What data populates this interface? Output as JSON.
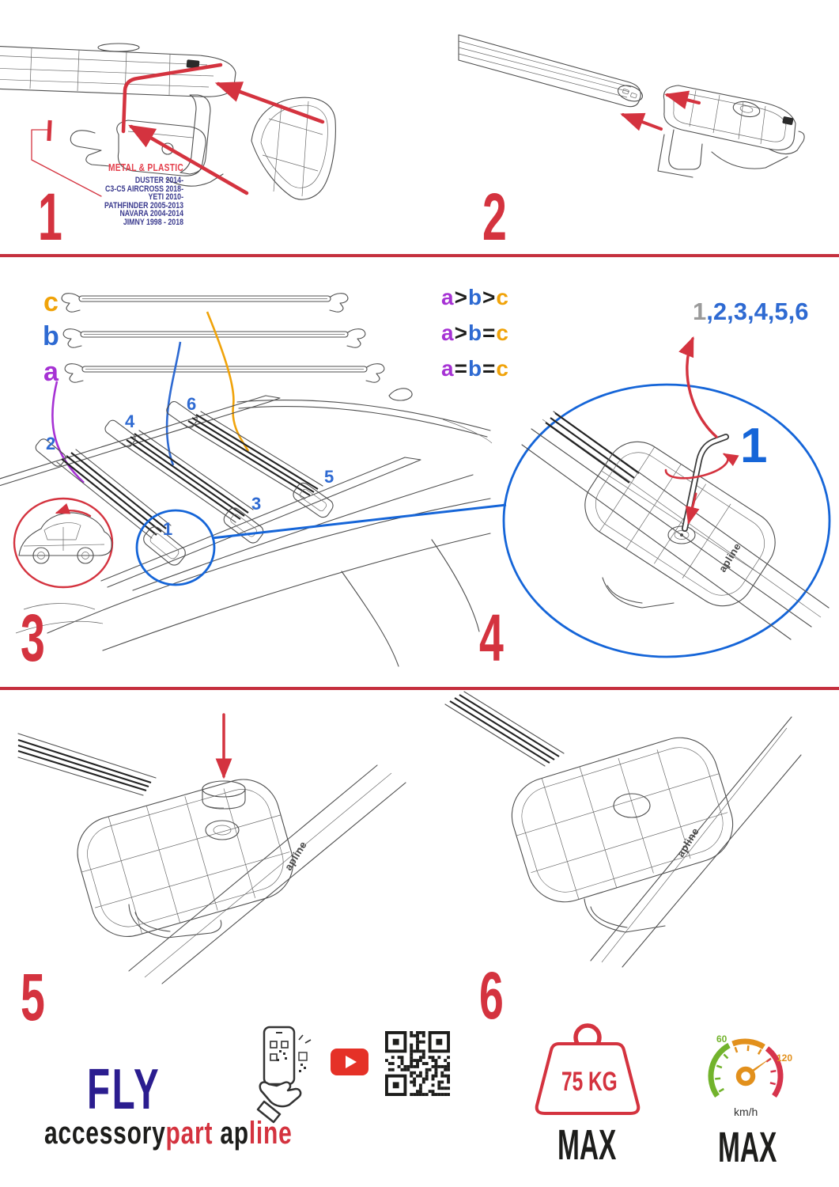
{
  "colors": {
    "red": "#d4333f",
    "label_red": "#e4404d",
    "navy": "#3a3a8e",
    "fly_navy": "#2b1d8f",
    "blue": "#2e6ad2",
    "circle_blue": "#1565d8",
    "purple": "#a632d4",
    "orange": "#f0a30a",
    "gray": "#9a9a9a",
    "ink": "#1d1d1b",
    "youtube_red": "#e53127",
    "speed_green": "#72b32c",
    "speed_orange": "#e2901c",
    "speed_red": "#d6344c"
  },
  "steps": {
    "n1": "1",
    "n2": "2",
    "n3": "3",
    "n4": "4",
    "n5": "5",
    "n6": "6"
  },
  "section1": {
    "material_label": "METAL & PLASTIC",
    "models": [
      "DUSTER 2014-",
      "C3-C5 AIRCROSS 2018-",
      "YETI 2010-",
      "PATHFINDER 2005-2013",
      "NAVARA 2004-2014",
      "JIMNY 1998 - 2018"
    ]
  },
  "section3": {
    "bar_labels": {
      "a": "a",
      "b": "b",
      "c": "c"
    },
    "comparisons": [
      "a>b>c",
      "a>b=c",
      "a=b=c"
    ],
    "positions": {
      "p1": "1",
      "p2": "2",
      "p3": "3",
      "p4": "4",
      "p5": "5",
      "p6": "6"
    }
  },
  "section4": {
    "sequence_first": "1",
    "sequence_rest": ",2,3,4,5,6",
    "callout": "1",
    "brand": "apline"
  },
  "footer": {
    "fly": "FLY",
    "brand": {
      "part1": "accessory",
      "part2": "part",
      "part3": "ap",
      "part4": "line"
    }
  },
  "badges": {
    "weight_value": "75 KG",
    "weight_max": "MAX",
    "speed_low": "60",
    "speed_high": "120",
    "speed_unit": "km/h",
    "speed_max": "MAX"
  }
}
